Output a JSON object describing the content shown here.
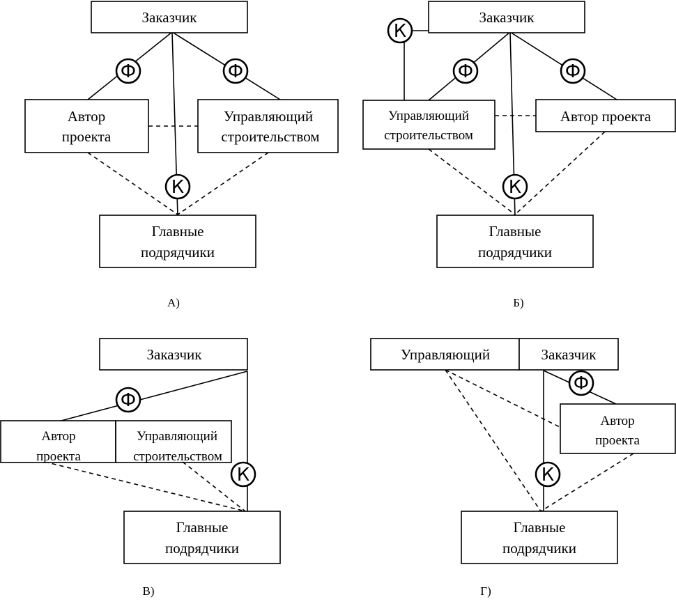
{
  "diagrams": {
    "a": {
      "caption": "А)",
      "customer": "Заказчик",
      "author": [
        "Автор",
        "проекта"
      ],
      "manager": [
        "Управляющий",
        "строительством"
      ],
      "contractors": [
        "Главные",
        "подрядчики"
      ],
      "symbols": [
        "Ф",
        "Ф",
        "К"
      ]
    },
    "b": {
      "caption": "Б)",
      "customer": "Заказчик",
      "manager": [
        "Управляющий",
        "строительством"
      ],
      "author": "Автор проекта",
      "contractors": [
        "Главные",
        "подрядчики"
      ],
      "symbols": [
        "К",
        "Ф",
        "Ф",
        "К"
      ]
    },
    "v": {
      "caption": "В)",
      "customer": "Заказчик",
      "author": [
        "Автор",
        "проекта"
      ],
      "manager": [
        "Управляющий",
        "строительством"
      ],
      "contractors": [
        "Главные",
        "подрядчики"
      ],
      "symbols": [
        "Ф",
        "К"
      ]
    },
    "g": {
      "caption": "Г)",
      "manager": "Управляющий",
      "customer": "Заказчик",
      "author": [
        "Автор",
        "проекта"
      ],
      "contractors": [
        "Главные",
        "подрядчики"
      ],
      "symbols": [
        "Ф",
        "К"
      ]
    }
  }
}
